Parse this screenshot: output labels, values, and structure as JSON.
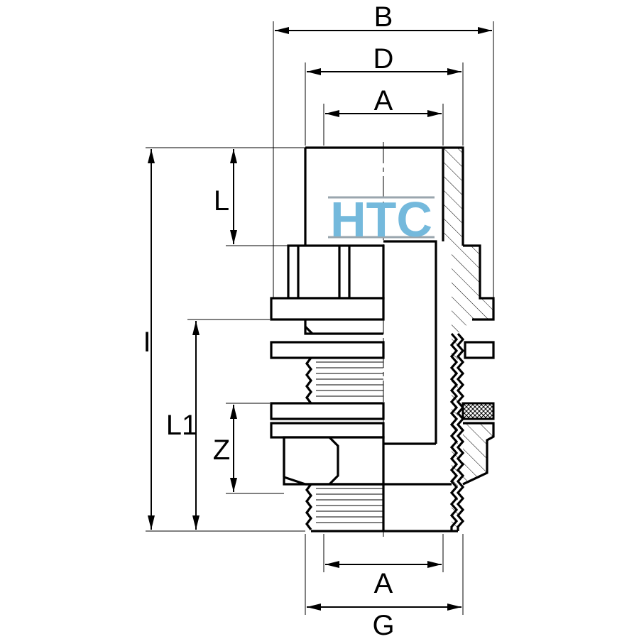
{
  "drawing": {
    "labels": {
      "B": "B",
      "D": "D",
      "A_top": "A",
      "L": "L",
      "I": "I",
      "L1": "L1",
      "Z": "Z",
      "A_bottom": "A",
      "G": "G"
    },
    "logo": {
      "text": "HTC",
      "color": "#74b9dc",
      "line_color": "#9aa6ae"
    }
  }
}
